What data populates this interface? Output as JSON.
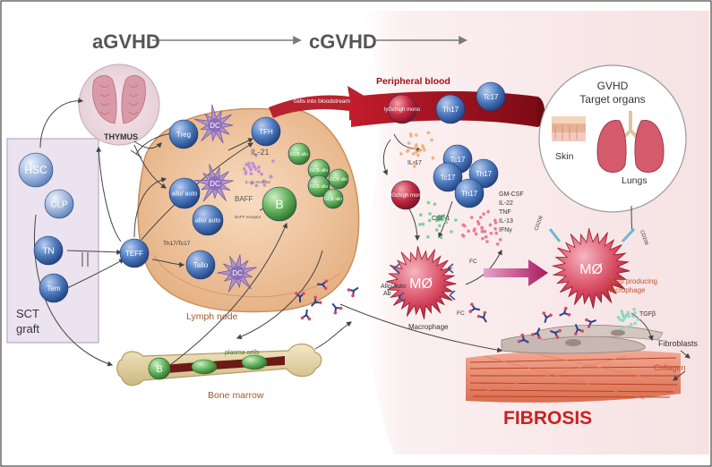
{
  "headers": {
    "agvhd": "aGVHD",
    "cgvhd": "cGVHD"
  },
  "thymus": {
    "label": "THYMUS"
  },
  "graft": {
    "line1": "SCT",
    "line2": "graft"
  },
  "cells": {
    "hsc": "HSC",
    "clp": "CLP",
    "tn": "TN",
    "tem": "Tem",
    "teff": "TEFF",
    "treg": "Treg",
    "tfh": "TFH",
    "allo_auto_1": "allo/ auto",
    "allo_auto_2": "allo/ auto",
    "talloc": "Tallo",
    "dc": "DC",
    "b": "B",
    "gcb": "GCB allo"
  },
  "lymph_node": {
    "label": "Lymph node",
    "il21": "IL-21",
    "il21_receptor": "IL-21 receptor",
    "baff": "BAFF",
    "baff_receptor": "BAFF receptor",
    "th17_tc17": "Th17/Tc17",
    "cells_into_bloodstream": "cells into bloodstream"
  },
  "bone_marrow": {
    "label": "Bone marrow",
    "plasma_cells": "plasma cells",
    "b": "B"
  },
  "peripheral_blood": {
    "label": "Peripheral blood",
    "mono": "lyGchigh mono",
    "th17": "Th17",
    "tc17": "Tc17",
    "il17": "IL-17",
    "csf1": "CSF-1",
    "cytokines": [
      "GM-CSF",
      "IL-22",
      "TNF",
      "IL-13",
      "IFNγ"
    ]
  },
  "target_organs": {
    "title_1": "GVHD",
    "title_2": "Target organs",
    "skin": "Skin",
    "lungs": "Lungs"
  },
  "antibodies": {
    "label_1": "Allo/Auto",
    "label_2": "Ab"
  },
  "macrophage": {
    "symbol": "MØ",
    "label": "Macrophage",
    "fc": "FC",
    "cd206": "CD206",
    "tgf_1": "TGFβ producing",
    "tgf_2": "macrophage",
    "tgfb": "TGFβ"
  },
  "fibrosis": {
    "fibroblasts": "Fibroblasts",
    "collagen": "Collagen",
    "title": "FIBROSIS"
  },
  "colors": {
    "blue_cell": "#3f6fb4",
    "green_cell": "#5fae5a",
    "red_cell": "#c0263a",
    "macrophage": "#d2344f",
    "dc": "#8b6fb6",
    "blood": "#a3121e",
    "fibrosis_text": "#cc2020",
    "lymph_node": "#f0c8a2",
    "bone": "#e6d7a8"
  }
}
